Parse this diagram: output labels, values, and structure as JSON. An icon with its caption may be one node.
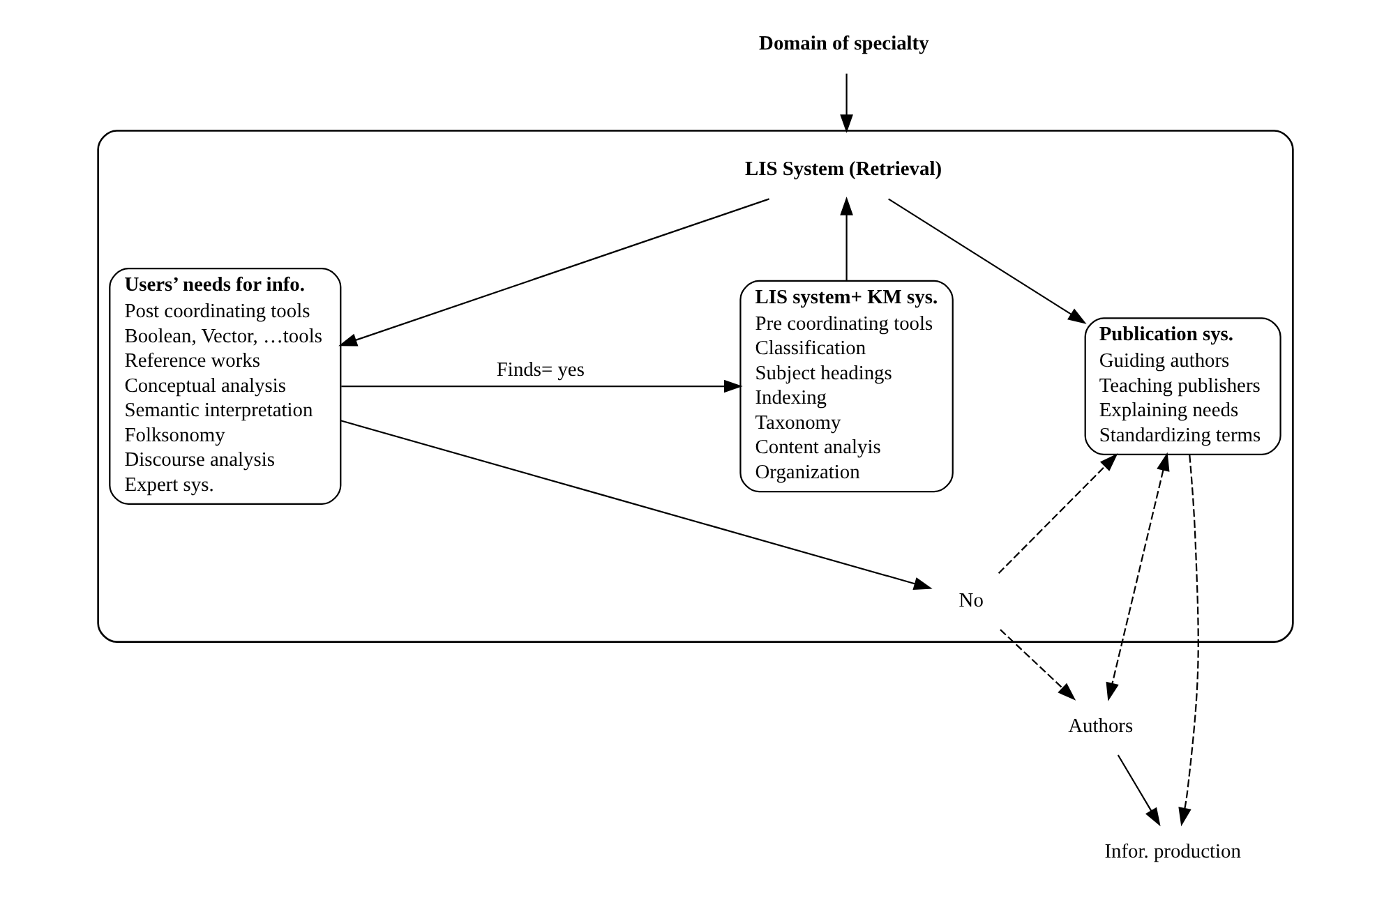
{
  "diagram": {
    "nodes": [
      {
        "text": [],
        "shape": "ellipse"
      },
      {
        "text": [
          "LIS System (Retrieval)"
        ],
        "in": 0
      },
      {
        "text": [
          "Users’ needs for info.",
          "Post coordinating tools",
          "Boolean, Vector, …tools",
          "Reference works",
          "Conceptual analysis",
          "Semantic interpretation",
          "Folksonomy",
          "Discourse analysis",
          "Expert sys."
        ],
        "in": 0
      },
      {
        "text": [
          "LIS system+ KM sys.",
          "Pre coordinating tools",
          "Classification",
          "Subject headings",
          "Indexing",
          "Taxonomy",
          "Content analyis",
          "Organization"
        ],
        "in": 0
      },
      {
        "text": [
          "Publication sys.",
          "Guiding authors",
          "Teaching publishers",
          "Explaining needs",
          "Standardizing terms"
        ],
        "in": 0
      },
      {
        "text": [
          "No"
        ],
        "in": 0
      },
      {
        "text": [
          "Infor. production"
        ]
      },
      {
        "text": [
          "Authors"
        ]
      },
      {
        "text": [
          "Domain of specialty"
        ]
      }
    ],
    "edges": [
      {
        "from": 1,
        "to": 2,
        "arrow": "to"
      },
      {
        "from": 3,
        "to": 1,
        "arrow": "to"
      },
      {
        "from": 1,
        "to": 4,
        "arrow": "to"
      },
      {
        "from": 2,
        "to": 3,
        "arrow": "to",
        "label": "Finds= yes"
      },
      {
        "from": 2,
        "to": 5,
        "arrow": "to"
      },
      {
        "from": 5,
        "to": 4,
        "arrow": "to",
        "style": "dashed"
      },
      {
        "from": 5,
        "to": 7,
        "arrow": "to",
        "style": "dashed"
      },
      {
        "from": 4,
        "to": 6,
        "arrow": "to",
        "style": "dashed"
      },
      {
        "from": 7,
        "to": 6,
        "arrow": "to"
      },
      {
        "from": 4,
        "to": 7,
        "arrow": "both",
        "style": "dashed"
      },
      {
        "from": 8,
        "to": 0,
        "arrow": "to"
      }
    ]
  }
}
